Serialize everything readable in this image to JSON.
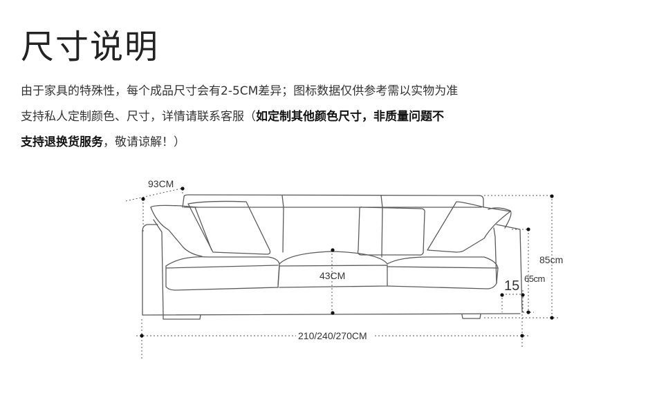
{
  "title": "尺寸说明",
  "description": {
    "line1": "由于家具的特殊性，每个成品尺寸会有2-5CM差异；图标数据仅供参考需以实物为准",
    "line2_normal": "支持私人定制颜色、尺寸，详情请联系客服（",
    "line2_bold": "如定制其他颜色尺寸，非质量问题不",
    "line3_bold": "支持退换货服务",
    "line3_normal": "，敬请谅解！）"
  },
  "dimensions": {
    "depth": "93CM",
    "seat_height": "43CM",
    "leg_height": "15",
    "arm_height": "65cm",
    "total_height": "85cm",
    "width": "210/240/270CM"
  }
}
